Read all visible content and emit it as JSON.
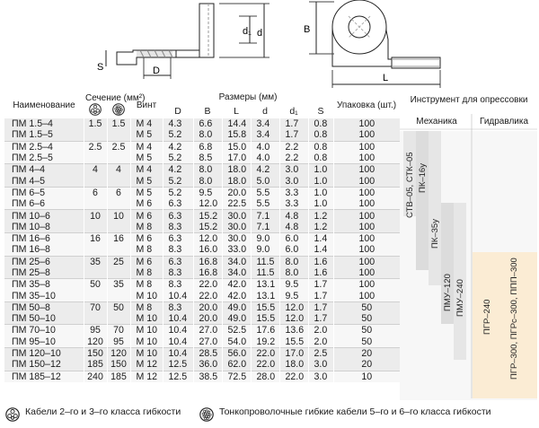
{
  "drawing_labels": {
    "S": "S",
    "D": "D",
    "d": "d",
    "d1": "d₁",
    "B": "B",
    "L": "L"
  },
  "headers": {
    "name": "Наименование",
    "section": "Сечение (мм²)",
    "screw": "Винт",
    "dims": "Размеры (мм)",
    "pack": "Упаковка (шт.)",
    "tools": "Инструмент для опрессовки",
    "mech": "Механика",
    "hydro": "Гидравлика",
    "D": "D",
    "B": "B",
    "L": "L",
    "d": "d",
    "d1": "d₁",
    "S": "S"
  },
  "rows": [
    [
      "ПМ 1.5–4",
      "1.5",
      "1.5",
      "М 4",
      "4.3",
      "6.6",
      "14.4",
      "3.4",
      "1.7",
      "0.8",
      "100"
    ],
    [
      "ПМ 1.5–5",
      "",
      "",
      "М 5",
      "5.2",
      "8.0",
      "15.8",
      "3.4",
      "1.7",
      "0.8",
      "100"
    ],
    [
      "ПМ 2.5–4",
      "2.5",
      "2.5",
      "М 4",
      "4.2",
      "6.8",
      "15.0",
      "4.0",
      "2.2",
      "0.8",
      "100"
    ],
    [
      "ПМ 2.5–5",
      "",
      "",
      "М 5",
      "5.2",
      "8.5",
      "17.0",
      "4.0",
      "2.2",
      "0.8",
      "100"
    ],
    [
      "ПМ 4–4",
      "4",
      "4",
      "М 4",
      "4.2",
      "8.0",
      "18.0",
      "4.2",
      "3.0",
      "1.0",
      "100"
    ],
    [
      "ПМ 4–5",
      "",
      "",
      "М 5",
      "5.2",
      "8.0",
      "18.0",
      "5.0",
      "3.0",
      "1.0",
      "100"
    ],
    [
      "ПМ 6–5",
      "6",
      "6",
      "М 5",
      "5.2",
      "9.5",
      "20.0",
      "5.5",
      "3.3",
      "1.0",
      "100"
    ],
    [
      "ПМ 6–6",
      "",
      "",
      "М 6",
      "6.3",
      "12.0",
      "22.5",
      "5.5",
      "3.3",
      "1.0",
      "100"
    ],
    [
      "ПМ 10–6",
      "10",
      "10",
      "М 6",
      "6.3",
      "15.2",
      "30.0",
      "7.1",
      "4.8",
      "1.2",
      "100"
    ],
    [
      "ПМ 10–8",
      "",
      "",
      "М 8",
      "8.3",
      "15.2",
      "30.0",
      "7.1",
      "4.8",
      "1.2",
      "100"
    ],
    [
      "ПМ 16–6",
      "16",
      "16",
      "М 6",
      "6.3",
      "12.0",
      "30.0",
      "9.0",
      "6.0",
      "1.4",
      "100"
    ],
    [
      "ПМ 16–8",
      "",
      "",
      "М 8",
      "8.3",
      "16.0",
      "33.0",
      "9.0",
      "6.0",
      "1.4",
      "100"
    ],
    [
      "ПМ 25–6",
      "35",
      "25",
      "М 6",
      "6.3",
      "16.8",
      "34.0",
      "11.5",
      "8.0",
      "1.6",
      "100"
    ],
    [
      "ПМ 25–8",
      "",
      "",
      "М 8",
      "8.3",
      "16.8",
      "34.0",
      "11.5",
      "8.0",
      "1.6",
      "100"
    ],
    [
      "ПМ 35–8",
      "50",
      "35",
      "М 8",
      "8.3",
      "22.0",
      "42.0",
      "13.1",
      "9.5",
      "1.7",
      "100"
    ],
    [
      "ПМ 35–10",
      "",
      "",
      "М 10",
      "10.4",
      "22.0",
      "42.0",
      "13.1",
      "9.5",
      "1.7",
      "100"
    ],
    [
      "ПМ 50–8",
      "70",
      "50",
      "М 8",
      "8.3",
      "20.0",
      "49.0",
      "15.5",
      "12.0",
      "1.7",
      "50"
    ],
    [
      "ПМ 50–10",
      "",
      "",
      "М 10",
      "10.4",
      "20.0",
      "49.0",
      "15.5",
      "12.0",
      "1.7",
      "50"
    ],
    [
      "ПМ 70–10",
      "95",
      "70",
      "М 10",
      "10.4",
      "27.0",
      "52.5",
      "17.6",
      "13.6",
      "2.0",
      "50"
    ],
    [
      "ПМ 95–10",
      "120",
      "95",
      "М 10",
      "10.4",
      "27.0",
      "54.0",
      "19.2",
      "15.5",
      "2.0",
      "50"
    ],
    [
      "ПМ 120–10",
      "150",
      "120",
      "М 10",
      "10.4",
      "28.5",
      "56.0",
      "22.0",
      "17.0",
      "2.5",
      "20"
    ],
    [
      "ПМ 150–12",
      "185",
      "150",
      "М 12",
      "12.5",
      "36.0",
      "62.0",
      "22.0",
      "18.0",
      "3.0",
      "20"
    ],
    [
      "ПМ 185–12",
      "240",
      "185",
      "М 12",
      "12.5",
      "38.5",
      "72.5",
      "28.0",
      "22.0",
      "3.0",
      "10"
    ]
  ],
  "tools": [
    "СТВ–05, СТК–05",
    "ПК–16у",
    "ПК–35у",
    "ПМУ–120",
    "ПМУ–240",
    "ПГР–240",
    "ПГР–300, ПГРс–300, ППП–300"
  ],
  "legend": {
    "class23": "Кабели 2–го и 3–го класса гибкости",
    "class56": "Тонкопроволочные гибкие кабели 5–го и 6–го класса гибкости"
  }
}
